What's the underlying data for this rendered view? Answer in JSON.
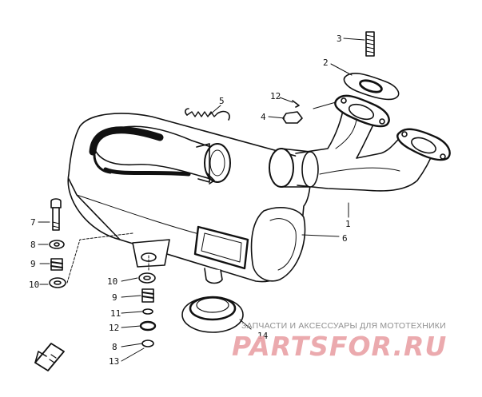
{
  "callouts": [
    "1",
    "2",
    "3",
    "4",
    "5",
    "6",
    "7",
    "8",
    "9",
    "10",
    "11",
    "12",
    "13",
    "14"
  ],
  "left_stack_labels": [
    "7",
    "8",
    "9",
    "10"
  ],
  "center_stack_labels": [
    "10",
    "9",
    "11",
    "12",
    "8",
    "13"
  ],
  "watermark": {
    "caption": "ЗАПЧАСТИ И АКСЕССУАРЫ ДЛЯ МОТОТЕХНИКИ",
    "brand": "PARTSFOR.RU",
    "brand_color": "#e9a1a6"
  },
  "colors": {
    "line": "#111111",
    "background": "#ffffff"
  }
}
